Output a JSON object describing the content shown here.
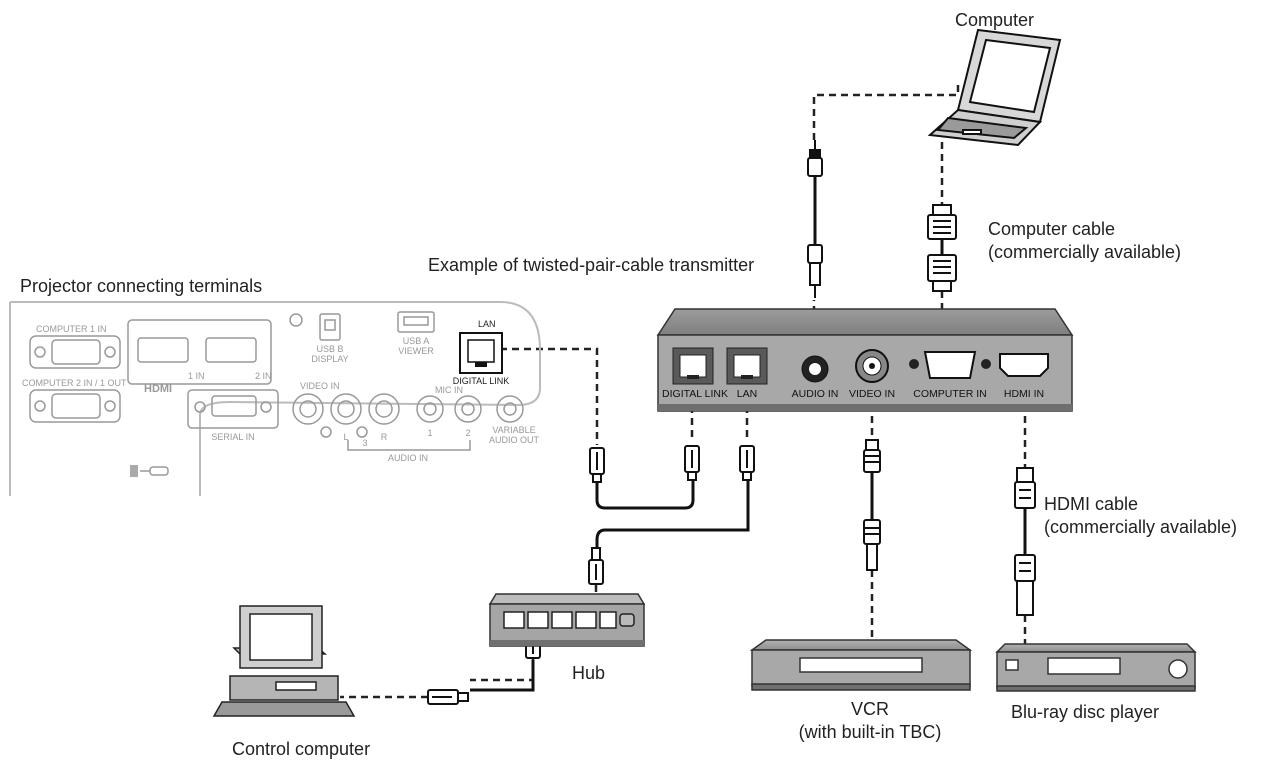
{
  "labels": {
    "computer": "Computer",
    "computer_cable_1": "Computer cable",
    "computer_cable_2": "(commercially available)",
    "transmitter": "Example of twisted-pair-cable transmitter",
    "projector": "Projector connecting terminals",
    "hdmi_cable_1": "HDMI cable",
    "hdmi_cable_2": "(commercially available)",
    "hub": "Hub",
    "vcr_1": "VCR",
    "vcr_2": "(with built-in TBC)",
    "bluray": "Blu-ray disc player",
    "control_computer": "Control computer"
  },
  "projector_panel": {
    "computer1_in": "COMPUTER 1 IN",
    "computer2_in": "COMPUTER 2 IN / 1 OUT",
    "hdmi_logo": "HDMI",
    "hdmi_1in": "1 IN",
    "hdmi_2in": "2 IN",
    "usb_b": "USB B",
    "usb_b_display": "DISPLAY",
    "usb_a": "USB A",
    "usb_a_viewer": "VIEWER",
    "lan": "LAN",
    "digital_link": "DIGITAL LINK",
    "serial_in": "SERIAL IN",
    "video_in": "VIDEO IN",
    "mic_in": "MIC IN",
    "audio_l": "L",
    "audio_r": "R",
    "audio_3": "3",
    "audio_1": "1",
    "audio_2": "2",
    "audio_in": "AUDIO IN",
    "variable_audio_out_1": "VARIABLE",
    "variable_audio_out_2": "AUDIO OUT"
  },
  "transmitter_panel": {
    "digital_link": "DIGITAL LINK",
    "lan": "LAN",
    "audio_in": "AUDIO IN",
    "video_in": "VIDEO IN",
    "computer_in": "COMPUTER IN",
    "hdmi_in": "HDMI IN"
  }
}
